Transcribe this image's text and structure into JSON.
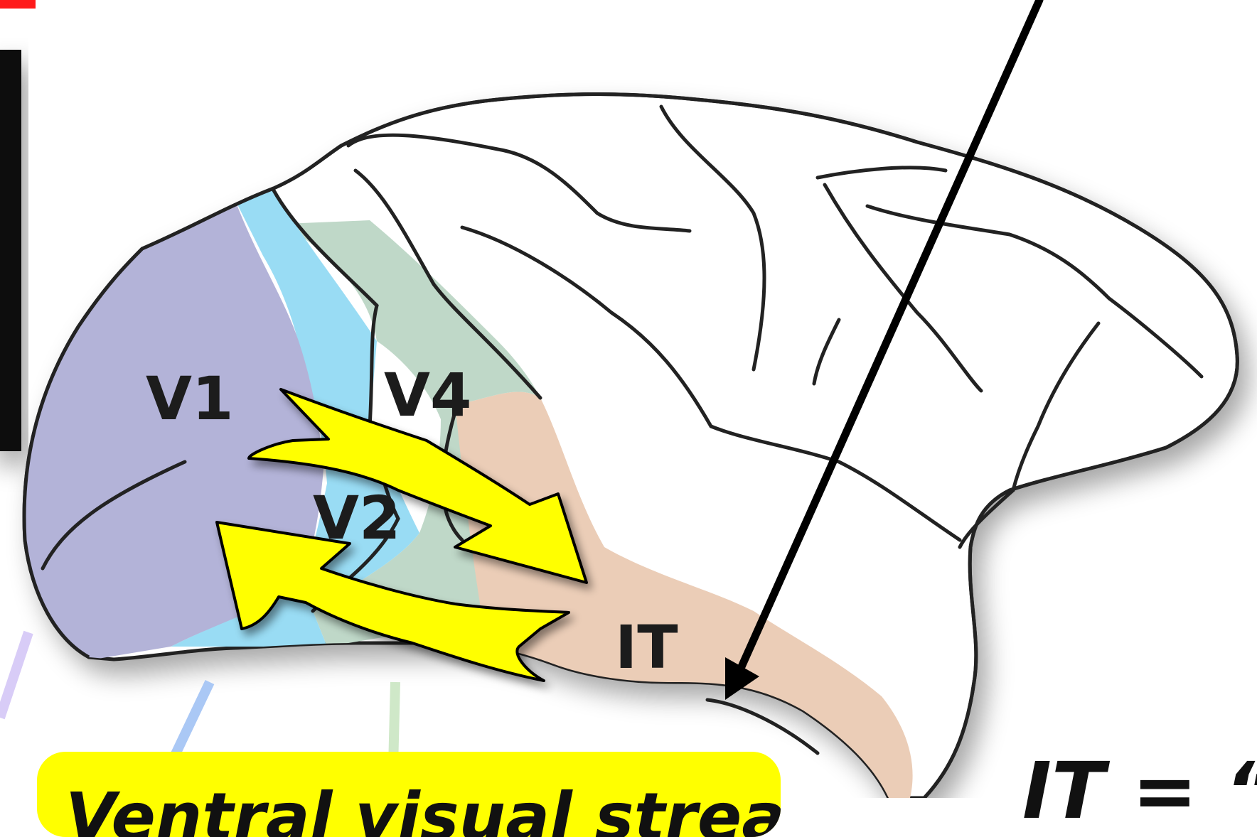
{
  "diagram": {
    "regions": {
      "v1": "V1",
      "v2": "V2",
      "v4": "V4",
      "it": "IT"
    },
    "callout_text": "Ventral visual stream",
    "caption_text": "IT = “",
    "colors": {
      "v1_area": "#b3b3d8",
      "v2_area": "#99dcf4",
      "v4_area": "#bfd8c8",
      "it_area": "#ebcdb7",
      "arrows": "#ffff00",
      "outline": "#222222",
      "corner_marker": "#ff1a1a"
    }
  }
}
